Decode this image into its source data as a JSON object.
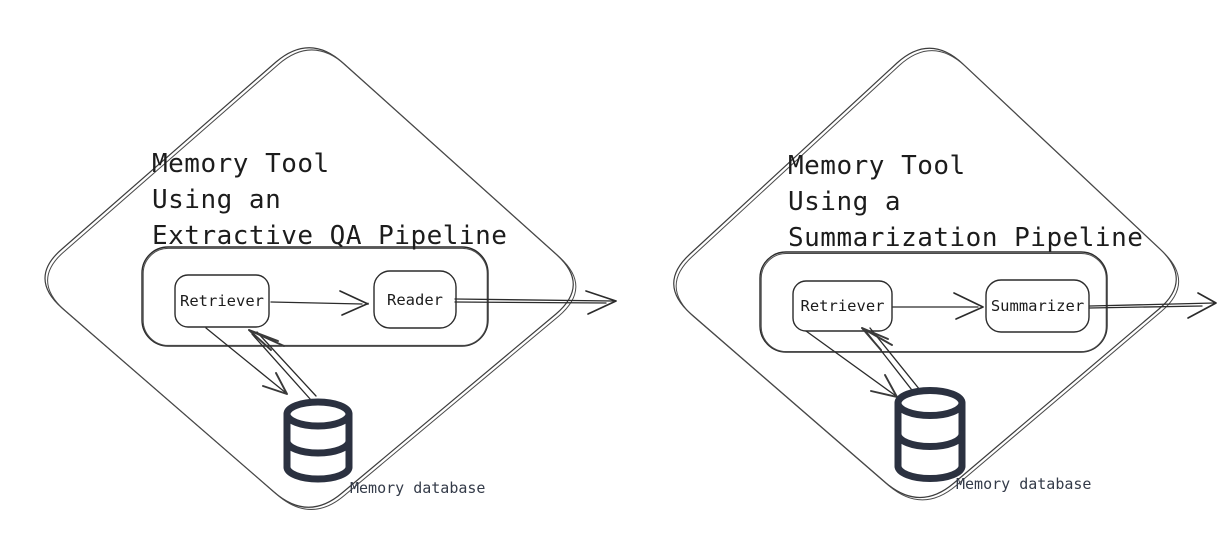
{
  "canvas": {
    "background": "#ffffff"
  },
  "colors": {
    "diamond_outline": "#3d3d3d",
    "box_outline": "#2b2b2b",
    "database_icon": "#2b3140",
    "title_text": "#1c1c1c",
    "db_label_text": "#343b49"
  },
  "diagrams": [
    {
      "title_lines": [
        "Memory Tool",
        "Using an",
        "Extractive QA Pipeline"
      ],
      "stages": [
        {
          "label": "Retriever"
        },
        {
          "label": "Reader"
        }
      ],
      "database_label": "Memory database",
      "icons": [
        {
          "name": "database-cylinder-icon"
        }
      ],
      "connections": [
        "Retriever -> Reader",
        "Reader -> output (exits diamond)",
        "Retriever <-> Memory database"
      ]
    },
    {
      "title_lines": [
        "Memory Tool",
        "Using a",
        "Summarization Pipeline"
      ],
      "stages": [
        {
          "label": "Retriever"
        },
        {
          "label": "Summarizer"
        }
      ],
      "database_label": "Memory database",
      "icons": [
        {
          "name": "database-cylinder-icon"
        }
      ],
      "connections": [
        "Retriever -> Summarizer",
        "Summarizer -> output (exits diamond)",
        "Retriever <-> Memory database"
      ]
    }
  ]
}
